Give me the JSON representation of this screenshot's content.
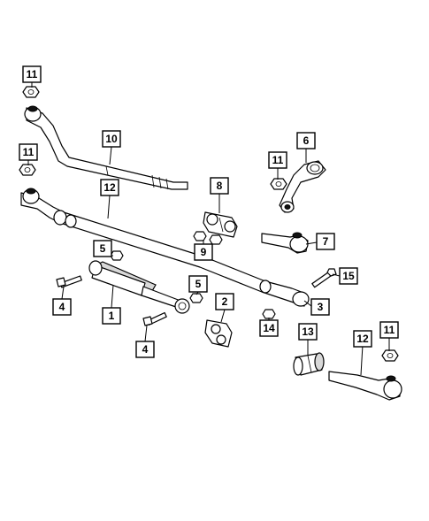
{
  "callouts": [
    {
      "id": "c11a",
      "label": "11"
    },
    {
      "id": "c11b",
      "label": "11"
    },
    {
      "id": "c10",
      "label": "10"
    },
    {
      "id": "c6",
      "label": "6"
    },
    {
      "id": "c11c",
      "label": "11"
    },
    {
      "id": "c12a",
      "label": "12"
    },
    {
      "id": "c8",
      "label": "8"
    },
    {
      "id": "c7",
      "label": "7"
    },
    {
      "id": "c5a",
      "label": "5"
    },
    {
      "id": "c9",
      "label": "9"
    },
    {
      "id": "c15",
      "label": "15"
    },
    {
      "id": "c5b",
      "label": "5"
    },
    {
      "id": "c4a",
      "label": "4"
    },
    {
      "id": "c1",
      "label": "1"
    },
    {
      "id": "c2",
      "label": "2"
    },
    {
      "id": "c3",
      "label": "3"
    },
    {
      "id": "c4b",
      "label": "4"
    },
    {
      "id": "c14",
      "label": "14"
    },
    {
      "id": "c13",
      "label": "13"
    },
    {
      "id": "c12b",
      "label": "12"
    },
    {
      "id": "c11d",
      "label": "11"
    }
  ],
  "colors": {
    "line": "#000000",
    "background": "#ffffff",
    "shade": "#d8d8d8"
  }
}
